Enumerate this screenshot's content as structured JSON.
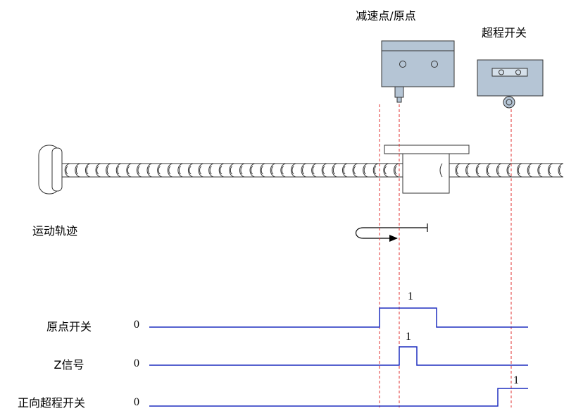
{
  "labels": {
    "decel_home": "减速点/原点",
    "overtravel_switch": "超程开关",
    "motion_track": "运动轨迹"
  },
  "signals": [
    {
      "name": "原点开关",
      "low": "0",
      "high": "1"
    },
    {
      "name": "Z信号",
      "low": "0",
      "high": "1"
    },
    {
      "name": "正向超程开关",
      "low": "0",
      "high": "1"
    }
  ],
  "colors": {
    "signal_line": "#1f2fbf",
    "guide_line": "#e03030",
    "device_fill": "#b5c5d5",
    "outline": "#333333"
  }
}
